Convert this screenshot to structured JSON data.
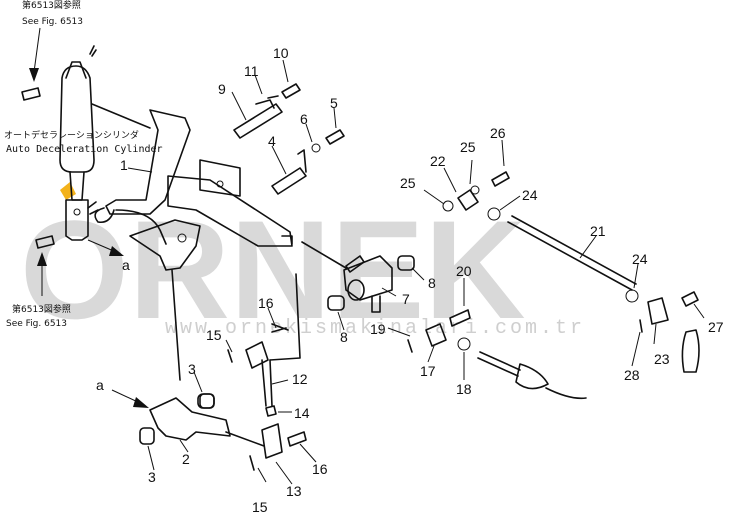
{
  "watermark": {
    "logo_text": "ORNEK",
    "url": "www.ornekismakinalari.com.tr",
    "accent_color": "#f3b21b"
  },
  "notes": {
    "top_ref_jp": "第6513図参照",
    "top_ref_en": "See Fig. 6513",
    "bottom_ref_jp": "第6513図参照",
    "bottom_ref_en": "See Fig. 6513",
    "cylinder_jp": "オートデセラレーションシリンダ",
    "cylinder_en": "Auto Deceleration Cylinder"
  },
  "callouts": {
    "p1": "1",
    "p2": "2",
    "p3a": "3",
    "p3b": "3",
    "p4": "4",
    "p5": "5",
    "p6": "6",
    "p7": "7",
    "p8a": "8",
    "p8b": "8",
    "p9": "9",
    "p10": "10",
    "p11": "11",
    "p12": "12",
    "p13": "13",
    "p14": "14",
    "p15a": "15",
    "p15b": "15",
    "p16a": "16",
    "p16b": "16",
    "p17": "17",
    "p18": "18",
    "p19": "19",
    "p20": "20",
    "p21": "21",
    "p22": "22",
    "p23": "23",
    "p24a": "24",
    "p24b": "24",
    "p25a": "25",
    "p25b": "25",
    "p26": "26",
    "p27": "27",
    "p28": "28",
    "a1": "a",
    "a2": "a"
  }
}
